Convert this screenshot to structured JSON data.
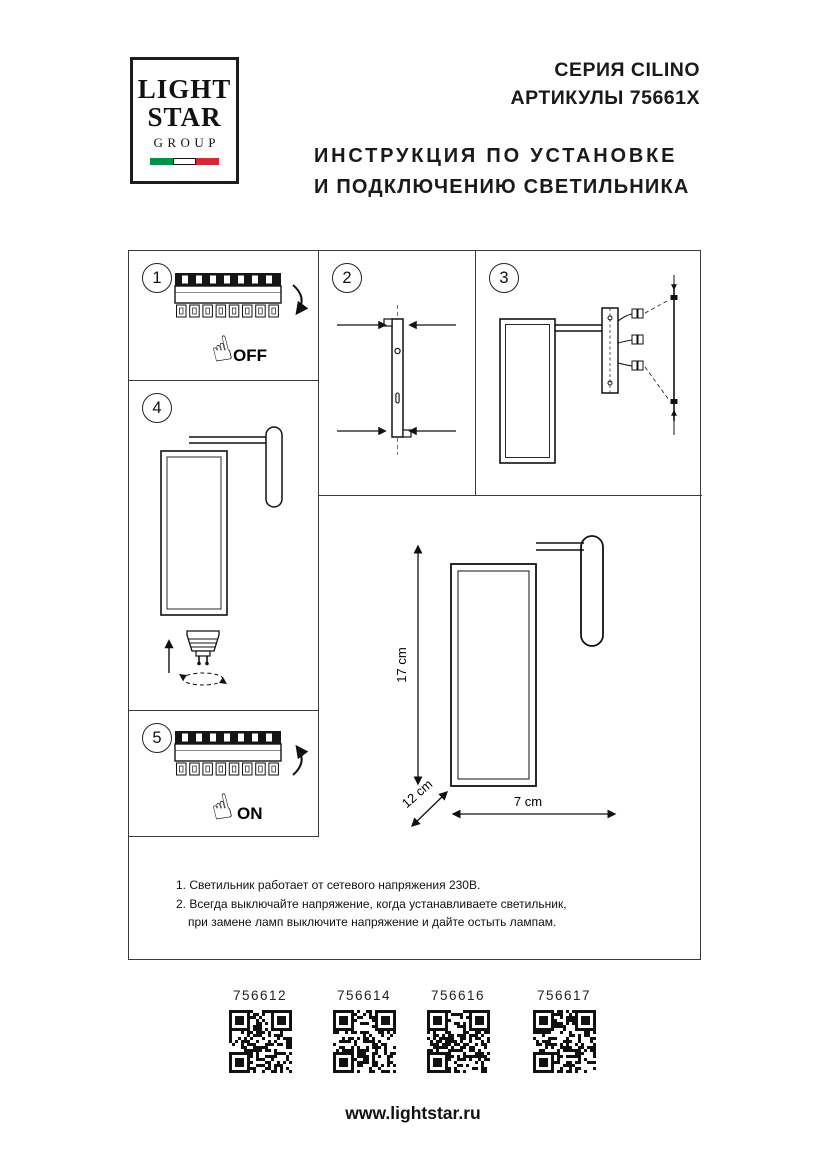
{
  "logo": {
    "line1": "LIGHT",
    "line2": "STAR",
    "line3": "GROUP"
  },
  "header": {
    "series": "СЕРИЯ CILINO",
    "articles": "АРТИКУЛЫ 75661X",
    "title_line1": "ИНСТРУКЦИЯ ПО УСТАНОВКЕ",
    "title_line2": "И ПОДКЛЮЧЕНИЮ СВЕТИЛЬНИКА"
  },
  "steps": {
    "step1": {
      "number": "1",
      "label": "OFF"
    },
    "step2": {
      "number": "2"
    },
    "step3": {
      "number": "3"
    },
    "step4": {
      "number": "4"
    },
    "step5": {
      "number": "5",
      "label": "ON"
    }
  },
  "dimensions": {
    "height": "17 cm",
    "depth": "12 cm",
    "width": "7 cm"
  },
  "notes": [
    "1. Светильник работает от сетевого напряжения 230В.",
    "2. Всегда выключайте напряжение, когда устанавливаете светильник,",
    "при замене ламп выключите напряжение и дайте остыть лампам."
  ],
  "products": [
    {
      "article": "756612"
    },
    {
      "article": "756614"
    },
    {
      "article": "756616"
    },
    {
      "article": "756617"
    }
  ],
  "footer": {
    "website": "www.lightstar.ru"
  }
}
